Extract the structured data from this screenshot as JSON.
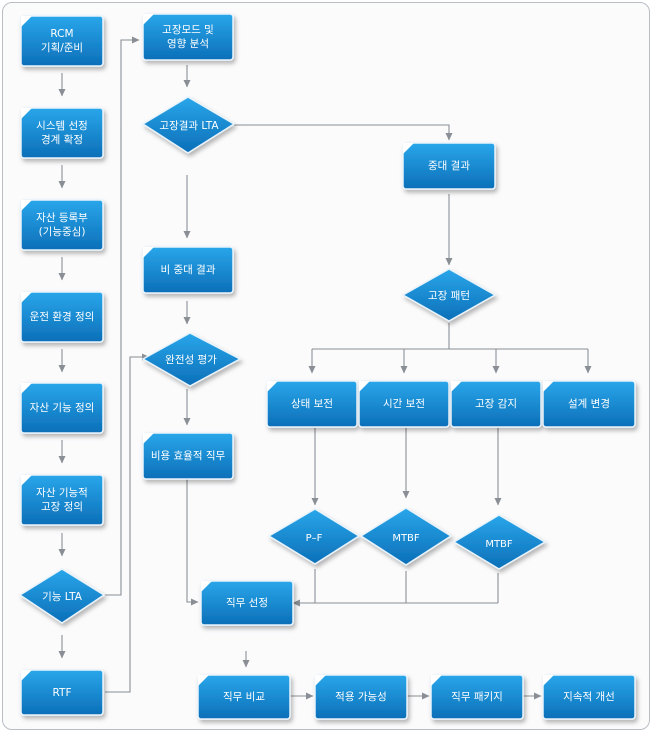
{
  "nodes": {
    "rcm_plan": [
      "RCM",
      "기획/준비"
    ],
    "system_select": [
      "시스템 선정",
      "경계 확정"
    ],
    "asset_register": [
      "자산 등록부",
      "(기능중심)"
    ],
    "operating_env": [
      "운전 환경 정의"
    ],
    "asset_function": [
      "자산 기능 정의"
    ],
    "functional_failure": [
      "자산 기능적",
      "고장 정의"
    ],
    "function_lta": [
      "기능 LTA"
    ],
    "rtf": [
      "RTF"
    ],
    "fmea": [
      "고장모드 및",
      "영향 분석"
    ],
    "failure_lta": [
      "고장결과 LTA"
    ],
    "non_critical": [
      "비 중대 결과"
    ],
    "completeness": [
      "완전성 평가"
    ],
    "cost_effective": [
      "비용 효율적 직무"
    ],
    "task_select": [
      "직무 선정"
    ],
    "task_compare": [
      "직무 비교"
    ],
    "applicability": [
      "적용 가능성"
    ],
    "task_package": [
      "직무 패키지"
    ],
    "continuous_improve": [
      "지속적 개선"
    ],
    "critical": [
      "중대 결과"
    ],
    "failure_pattern": [
      "고장 패턴"
    ],
    "condition_based": [
      "상태 보전"
    ],
    "time_based": [
      "시간 보전"
    ],
    "failure_detect": [
      "고장 감지"
    ],
    "design_change": [
      "설계 변경"
    ],
    "pf": [
      "P–F"
    ],
    "mtbf_1": [
      "MTBF"
    ],
    "mtbf_2": [
      "MTBF"
    ]
  },
  "colors": {
    "box_top": "#2aa6ea",
    "box_bottom": "#0b6fb8",
    "connector": "#8a8f95"
  }
}
